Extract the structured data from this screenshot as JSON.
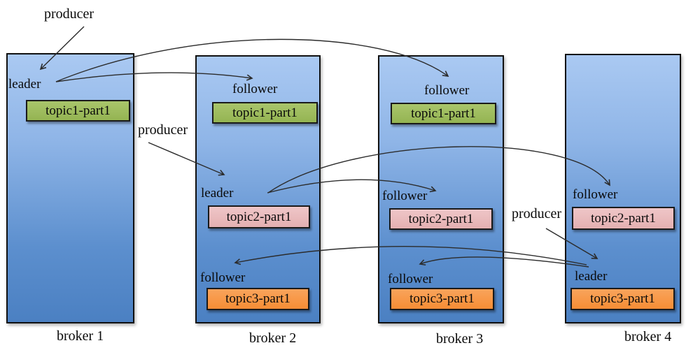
{
  "producers": [
    {
      "label": "producer"
    },
    {
      "label": "producer"
    },
    {
      "label": "producer"
    }
  ],
  "brokers": [
    {
      "name": "broker 1",
      "slots": [
        {
          "role": "leader",
          "topic": "topic1-part1",
          "topic_color": "#9bbb59"
        }
      ]
    },
    {
      "name": "broker 2",
      "slots": [
        {
          "role": "follower",
          "topic": "topic1-part1",
          "topic_color": "#9bbb59"
        },
        {
          "role": "leader",
          "topic": "topic2-part1",
          "topic_color": "#e8b9b9"
        },
        {
          "role": "follower",
          "topic": "topic3-part1",
          "topic_color": "#f79646"
        }
      ]
    },
    {
      "name": "broker 3",
      "slots": [
        {
          "role": "follower",
          "topic": "topic1-part1",
          "topic_color": "#9bbb59"
        },
        {
          "role": "follower",
          "topic": "topic2-part1",
          "topic_color": "#e8b9b9"
        },
        {
          "role": "follower",
          "topic": "topic3-part1",
          "topic_color": "#f79646"
        }
      ]
    },
    {
      "name": "broker 4",
      "slots": [
        {
          "role": "follower",
          "topic": "topic2-part1",
          "topic_color": "#e8b9b9"
        },
        {
          "role": "leader",
          "topic": "topic3-part1",
          "topic_color": "#f79646"
        }
      ]
    }
  ],
  "connections": [
    {
      "from": "producer-1",
      "to": "broker-1 leader (topic1-part1)"
    },
    {
      "from": "broker-1 leader (topic1-part1)",
      "to": "broker-2 follower (topic1-part1)"
    },
    {
      "from": "broker-1 leader (topic1-part1)",
      "to": "broker-3 follower (topic1-part1)"
    },
    {
      "from": "producer-2",
      "to": "broker-2 leader (topic2-part1)"
    },
    {
      "from": "broker-2 leader (topic2-part1)",
      "to": "broker-3 follower (topic2-part1)"
    },
    {
      "from": "broker-2 leader (topic2-part1)",
      "to": "broker-4 follower (topic2-part1)"
    },
    {
      "from": "producer-3",
      "to": "broker-4 leader (topic3-part1)"
    },
    {
      "from": "broker-4 leader (topic3-part1)",
      "to": "broker-2 follower (topic3-part1)"
    },
    {
      "from": "broker-4 leader (topic3-part1)",
      "to": "broker-3 follower (topic3-part1)"
    }
  ],
  "colors": {
    "background": "#ffffff",
    "broker_fill_top": "#aac9f2",
    "broker_fill_bottom": "#4b80c2",
    "broker_border": "#111111",
    "topic1_fill": "#9bbb59",
    "topic2_fill": "#e8b9b9",
    "topic3_fill": "#f79646",
    "topic_border": "#1a1a1a",
    "arrow_stroke": "#2b2b2b",
    "text": "#0a0a0a"
  }
}
